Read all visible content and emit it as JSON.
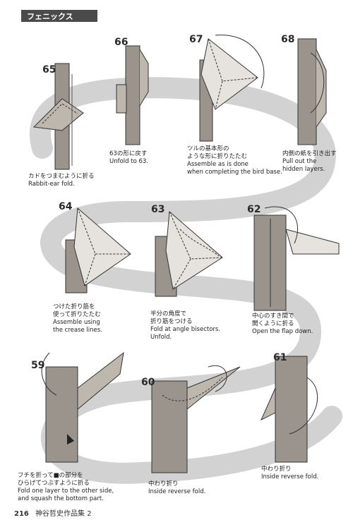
{
  "header": {
    "title": "フェニックス"
  },
  "steps": [
    {
      "num": "65",
      "caption": [
        "カドをつまむように折る",
        "Rabbit-ear fold."
      ]
    },
    {
      "num": "66",
      "caption": [
        "63の形に戻す",
        "Unfold to 63."
      ]
    },
    {
      "num": "67",
      "caption": [
        "ツルの基本形の",
        "ような形に折りたたむ",
        "Assemble as is done",
        "when completing the bird base."
      ]
    },
    {
      "num": "68",
      "caption": [
        "内側の紙を引き出す",
        "Pull out the",
        "hidden layers."
      ]
    },
    {
      "num": "64",
      "caption": [
        "つけた折り筋を",
        "使って折りたたむ",
        "Assemble using",
        "the crease lines."
      ]
    },
    {
      "num": "63",
      "caption": [
        "半分の角度で",
        "折り筋をつける",
        "Fold at angle bisectors.",
        "Unfold."
      ]
    },
    {
      "num": "62",
      "caption": [
        "中心のすき間で",
        "開くように折る",
        "Open the flap down."
      ]
    },
    {
      "num": "59",
      "caption": [
        "フチを折って■の部分を",
        "ひらげてつぶすように折る",
        "Fold one layer to the other side,",
        "and squash the bottom part."
      ]
    },
    {
      "num": "60",
      "caption": [
        "中わり折り",
        "Inside reverse fold."
      ]
    },
    {
      "num": "61",
      "caption": [
        "中わり折り",
        "Inside reverse fold."
      ]
    }
  ],
  "footer": {
    "page": "216",
    "book": "神谷哲史作品集 2"
  },
  "colors": {
    "band": "#cfcfcf",
    "paper": "#9a948c",
    "line": "#333333",
    "header_bg": "#4a4a4a"
  }
}
